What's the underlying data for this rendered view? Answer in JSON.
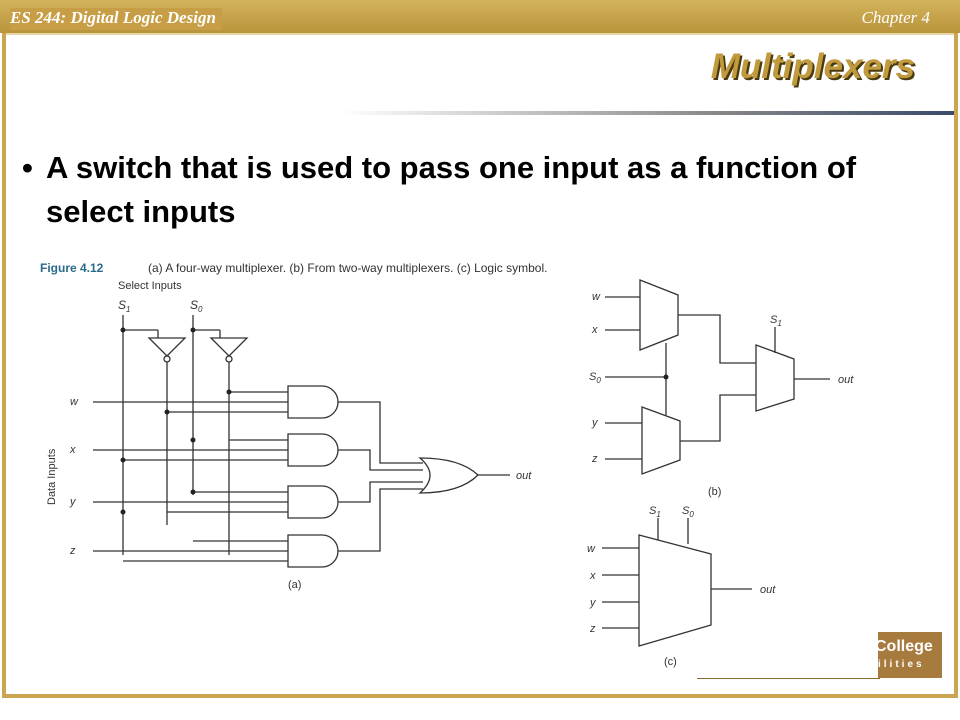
{
  "header": {
    "course": "ES 244: Digital Logic Design",
    "chapter": "Chapter 4"
  },
  "slide": {
    "title": "Multiplexers",
    "bullet": "A switch that is used to pass one input as a function of select inputs"
  },
  "figure": {
    "label": "Figure 4.12",
    "caption": "(a) A four-way multiplexer. (b) From two-way multiplexers. (c) Logic symbol.",
    "part_a": {
      "select_label": "Select Inputs",
      "s1": "S",
      "s1_sub": "1",
      "s0": "S",
      "s0_sub": "0",
      "data_inputs_label": "Data Inputs",
      "inputs": [
        "w",
        "x",
        "y",
        "z"
      ],
      "output": "out",
      "tag": "(a)"
    },
    "part_b": {
      "inputs": [
        "w",
        "x",
        "y",
        "z"
      ],
      "s0": "S",
      "s0_sub": "0",
      "s1": "S",
      "s1_sub": "1",
      "output": "out",
      "tag": "(b)"
    },
    "part_c": {
      "inputs": [
        "w",
        "x",
        "y",
        "z"
      ],
      "s1": "S",
      "s1_sub": "1",
      "s0": "S",
      "s0_sub": "0",
      "output": "out",
      "tag": "(c)"
    }
  },
  "logo": {
    "line1": "College",
    "line2": "ilities"
  }
}
